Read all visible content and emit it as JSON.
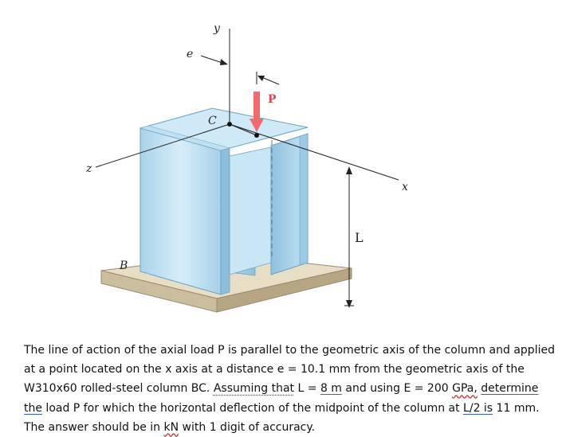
{
  "figure": {
    "label_y": "y",
    "label_e": "e",
    "label_P": "P",
    "label_C": "C",
    "label_z": "z",
    "label_x": "x",
    "label_L": "L",
    "label_B": "B",
    "colors": {
      "column_face": "#bcdff0",
      "column_side": "#9cc9e3",
      "column_top": "#cfe9f6",
      "base_top": "#e7dcc2",
      "base_side": "#b9a98a",
      "load_arrow": "#f06a6e"
    }
  },
  "problem": {
    "t1": "The line of action of the axial load P is parallel to the geometric axis of the column and applied at a point located on the x axis at a distance e = 10.1 mm from the geometric axis of the W310x60 rolled-steel column BC. ",
    "t2": "Assuming that",
    "t3": " L = ",
    "t4": "8  m",
    "t5": " and using E = 200 ",
    "t6": "GPa,",
    "t7": " ",
    "t8": "determine  the",
    "t9": " load P for which the horizontal deflection of the midpoint of the column at ",
    "t10": "L/2  is",
    "t11": " 11 mm. The answer should be in ",
    "t12": "kN",
    "t13": " with 1 digit of accuracy."
  }
}
